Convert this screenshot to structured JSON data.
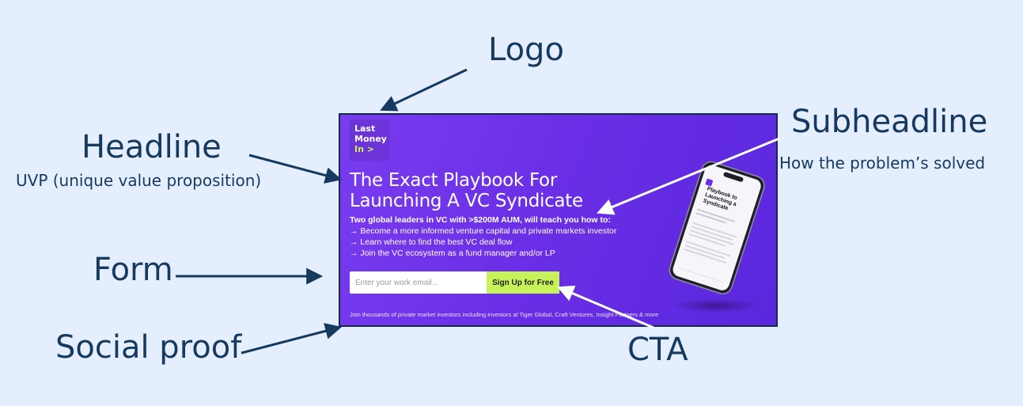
{
  "annotations": {
    "logo": "Logo",
    "headline": "Headline",
    "headline_note": "UVP (unique value proposition)",
    "subheadline": "Subheadline",
    "subheadline_note": "How the problem’s solved",
    "form": "Form",
    "social_proof": "Social proof",
    "cta": "CTA"
  },
  "page": {
    "logo": {
      "line1": "Last",
      "line2": "Money",
      "line3": "In >"
    },
    "headline_line1": "The Exact Playbook For",
    "headline_line2": "Launching A VC Syndicate",
    "sub_intro": "Two global leaders in VC with >$200M AUM, will teach you how to:",
    "bullets": [
      "→ Become a more informed venture capital and private markets investor",
      "→ Learn where to find the best VC deal flow",
      "→ Join the VC ecosystem as a fund manager and/or LP"
    ],
    "email_placeholder": "Enter your work email...",
    "cta_label": "Sign Up for Free",
    "social_proof": "Join thousands of private market investors including investors at Tiger Global, Craft Ventures, Insight Partners & more",
    "phone_title": "Playbook to Launching a Syndicate"
  },
  "colors": {
    "background": "#e4eefc",
    "annotation_text": "#163a5f",
    "card_purple": "#6a2fe6",
    "cta_green": "#c8f25a"
  }
}
